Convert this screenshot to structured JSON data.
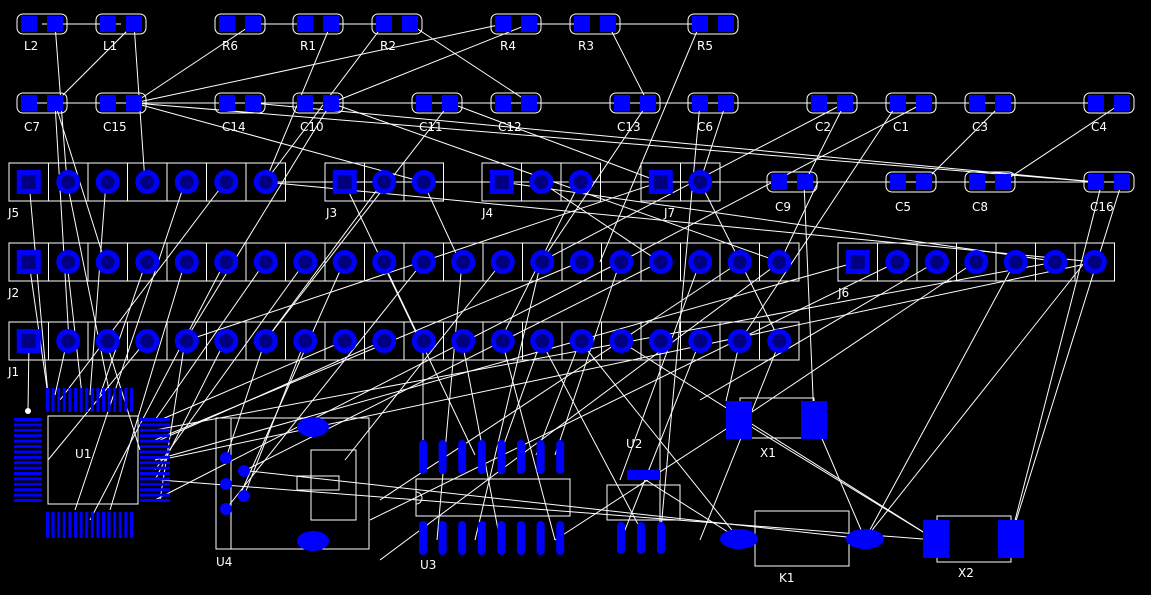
{
  "colors": {
    "background": "#000000",
    "pad": "#0000ff",
    "pad_center": "#000080",
    "outline": "#ffffff",
    "label": "#ffffff",
    "ratsnest": "#ffffff"
  },
  "designators": {
    "L2": "L2",
    "L1": "L1",
    "R6": "R6",
    "R1": "R1",
    "R2": "R2",
    "R4": "R4",
    "R3": "R3",
    "R5": "R5",
    "C7": "C7",
    "C15": "C15",
    "C14": "C14",
    "C10": "C10",
    "C11": "C11",
    "C12": "C12",
    "C13": "C13",
    "C6": "C6",
    "C2": "C2",
    "C1": "C1",
    "C3": "C3",
    "C4": "C4",
    "J5": "J5",
    "J3": "J3",
    "J4": "J4",
    "J7": "J7",
    "C9": "C9",
    "C5": "C5",
    "C8": "C8",
    "C16": "C16",
    "J2": "J2",
    "J6": "J6",
    "J1": "J1",
    "U1": "U1",
    "U4": "U4",
    "U3": "U3",
    "U2": "U2",
    "X1": "X1",
    "K1": "K1",
    "X2": "X2"
  }
}
